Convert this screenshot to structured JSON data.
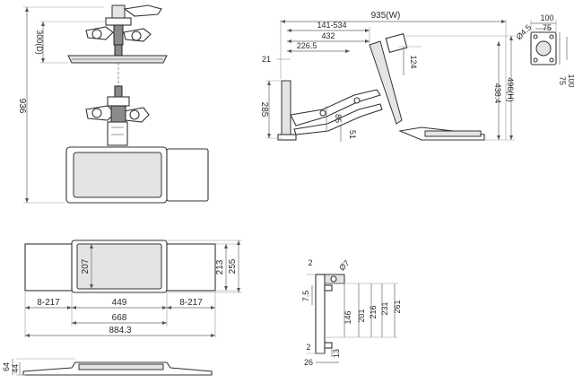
{
  "dimensions": {
    "front_view": {
      "total_height": "936",
      "pole_segment": "300(D)"
    },
    "side_view": {
      "overall_width": "935(W)",
      "reach_range": "141-534",
      "reach_432": "432",
      "reach_226": "226.5",
      "offset_21": "21",
      "arm_124": "124",
      "height_438": "438.4",
      "height_496": "496(H)",
      "clamp_285": "285",
      "arm_85": "85",
      "base_51": "51"
    },
    "vesa": {
      "hole": "Ø4.5",
      "outer": "100",
      "inner": "75",
      "side_75": "75",
      "side_100": "100"
    },
    "top_view": {
      "tray_depth": "207",
      "depth_213": "213",
      "depth_255": "255",
      "left_offset": "8-217",
      "center_width": "449",
      "right_offset": "8-217",
      "tray_width": "668",
      "overall_width": "884.3"
    },
    "clamp_detail": {
      "d2_top": "2",
      "hole": "Ø7",
      "d75": "7.5",
      "d146": "146",
      "d201": "201",
      "d216": "216",
      "d231": "231",
      "d261": "261",
      "d2_bottom": "2",
      "d13": "13",
      "d26": "26"
    },
    "bottom_view": {
      "h64": "64",
      "h44": "44"
    }
  }
}
